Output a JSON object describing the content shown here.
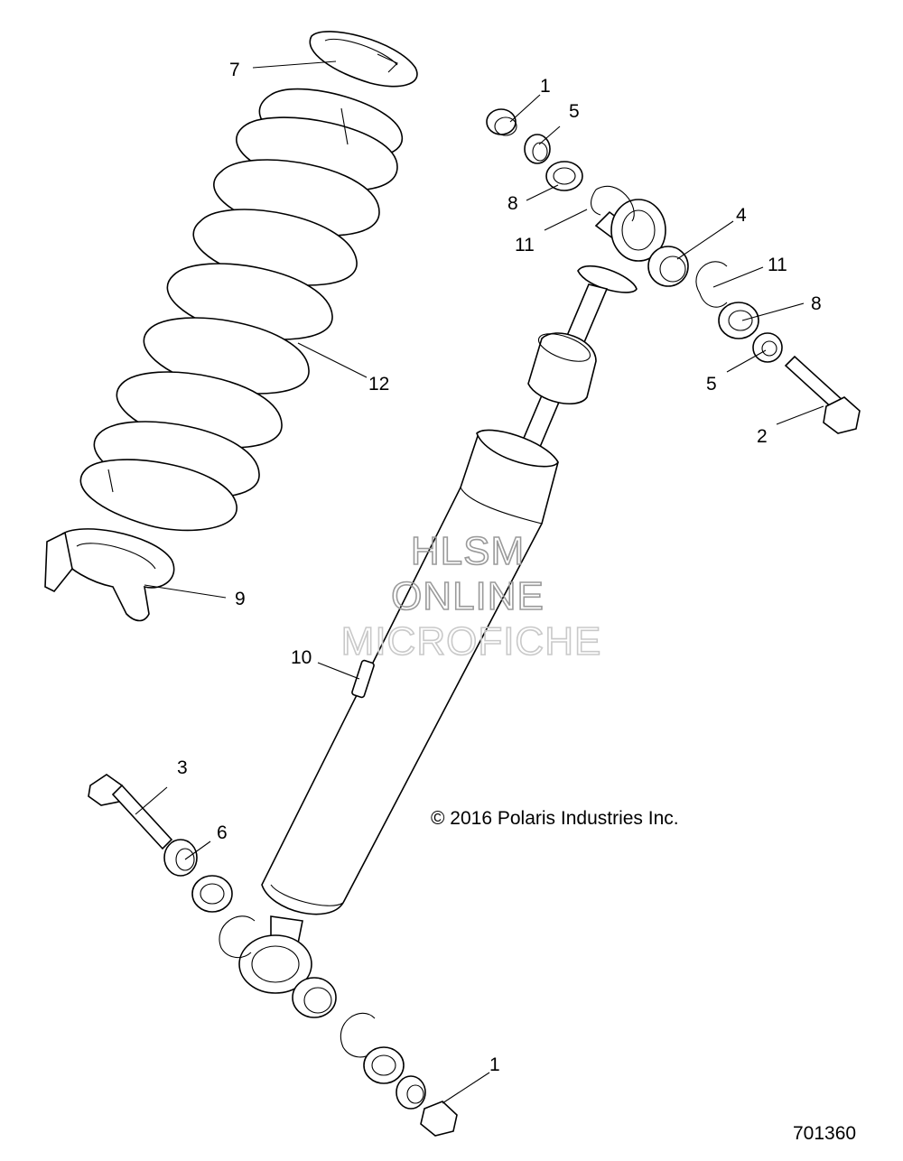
{
  "callouts": {
    "c1_top": "1",
    "c5_top": "5",
    "c8_top": "8",
    "c11_top": "11",
    "c4": "4",
    "c11_right": "11",
    "c8_right": "8",
    "c5_right": "5",
    "c2": "2",
    "c7": "7",
    "c12": "12",
    "c9": "9",
    "c10": "10",
    "c3": "3",
    "c6": "6",
    "c1_bottom": "1"
  },
  "watermark": {
    "line1": "HLSM",
    "line2": "ONLINE",
    "line3": "MICROFICHE"
  },
  "copyright": "© 2016 Polaris Industries Inc.",
  "figure_number": "701360"
}
